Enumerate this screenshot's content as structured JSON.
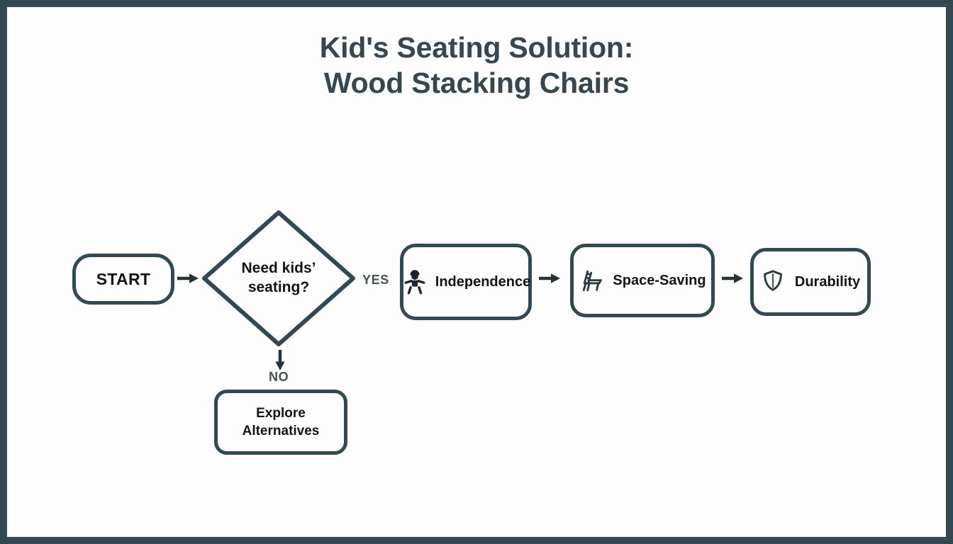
{
  "title": {
    "line1": "Kid's Seating Solution:",
    "line2": "Wood Stacking Chairs"
  },
  "theme": {
    "frame_color": "#324852",
    "background": "#fdfdfd",
    "node_stroke": "#324852",
    "text_color": "#111517",
    "title_color": "#36474f",
    "branch_label_color": "#41535c"
  },
  "nodes": {
    "start": {
      "label": "START",
      "shape": "rounded-rect"
    },
    "decision": {
      "line1": "Need kids’",
      "line2": "seating?",
      "shape": "diamond"
    },
    "alternatives": {
      "line1": "Explore",
      "line2": "Alternatives",
      "shape": "rounded-rect"
    },
    "independence": {
      "label": "Independence",
      "icon": "child-icon",
      "shape": "rounded-rect"
    },
    "space_saving": {
      "label": "Space-Saving",
      "icon": "stacking-chair-icon",
      "shape": "rounded-rect"
    },
    "durability": {
      "label": "Durability",
      "icon": "shield-icon",
      "shape": "rounded-rect"
    }
  },
  "edges": {
    "start_to_decision": {
      "icon": "arrow-right-icon",
      "label": ""
    },
    "decision_yes": {
      "label": "YES",
      "direction": "right"
    },
    "decision_no": {
      "label": "NO",
      "direction": "down",
      "icon": "arrow-down-icon"
    },
    "independence_to_space": {
      "icon": "arrow-right-icon"
    },
    "space_to_durability": {
      "icon": "arrow-right-icon"
    }
  }
}
